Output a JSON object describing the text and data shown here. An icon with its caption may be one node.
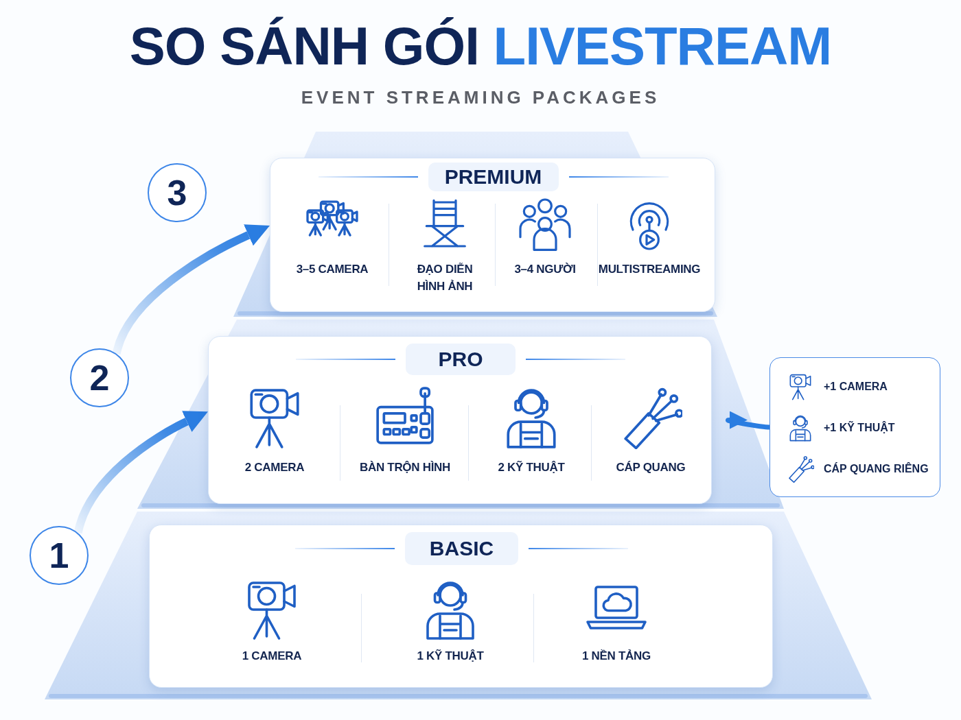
{
  "diagram": {
    "title": "SO SÁNH GÓI LIVESTREAM",
    "nodes": [
      {
        "text": [
          "3"
        ]
      },
      {
        "text": [
          "PREMIUM",
          "3–5 CAMERA",
          "ĐẠO DIỄN HÌNH ẢNH",
          "3–4 NGƯỜI",
          "MULTISTREAMING"
        ]
      },
      {
        "text": [
          "2"
        ]
      },
      {
        "text": [
          "PRO",
          "2 CAMERA",
          "BÀN TRỘN HÌNH",
          "2 KỸ THUẬT",
          "CÁP QUANG"
        ]
      },
      {
        "text": [
          "+1 CAMERA",
          "+1 KỸ THUẬT",
          "CÁP QUANG RIÊNG"
        ]
      },
      {
        "text": [
          "1"
        ]
      },
      {
        "text": [
          "BASIC",
          "1 CAMERA",
          "1 KỸ THUẬT",
          "1 NỀN TẢNG"
        ]
      }
    ],
    "edges": [
      {
        "from": 5,
        "to": 3,
        "arrow": "to"
      },
      {
        "from": 2,
        "to": 1,
        "arrow": "to"
      },
      {
        "from": 4,
        "to": 3,
        "arrow": "to"
      }
    ],
    "labels": [
      "EVENT STREAMING PACKAGES"
    ]
  }
}
